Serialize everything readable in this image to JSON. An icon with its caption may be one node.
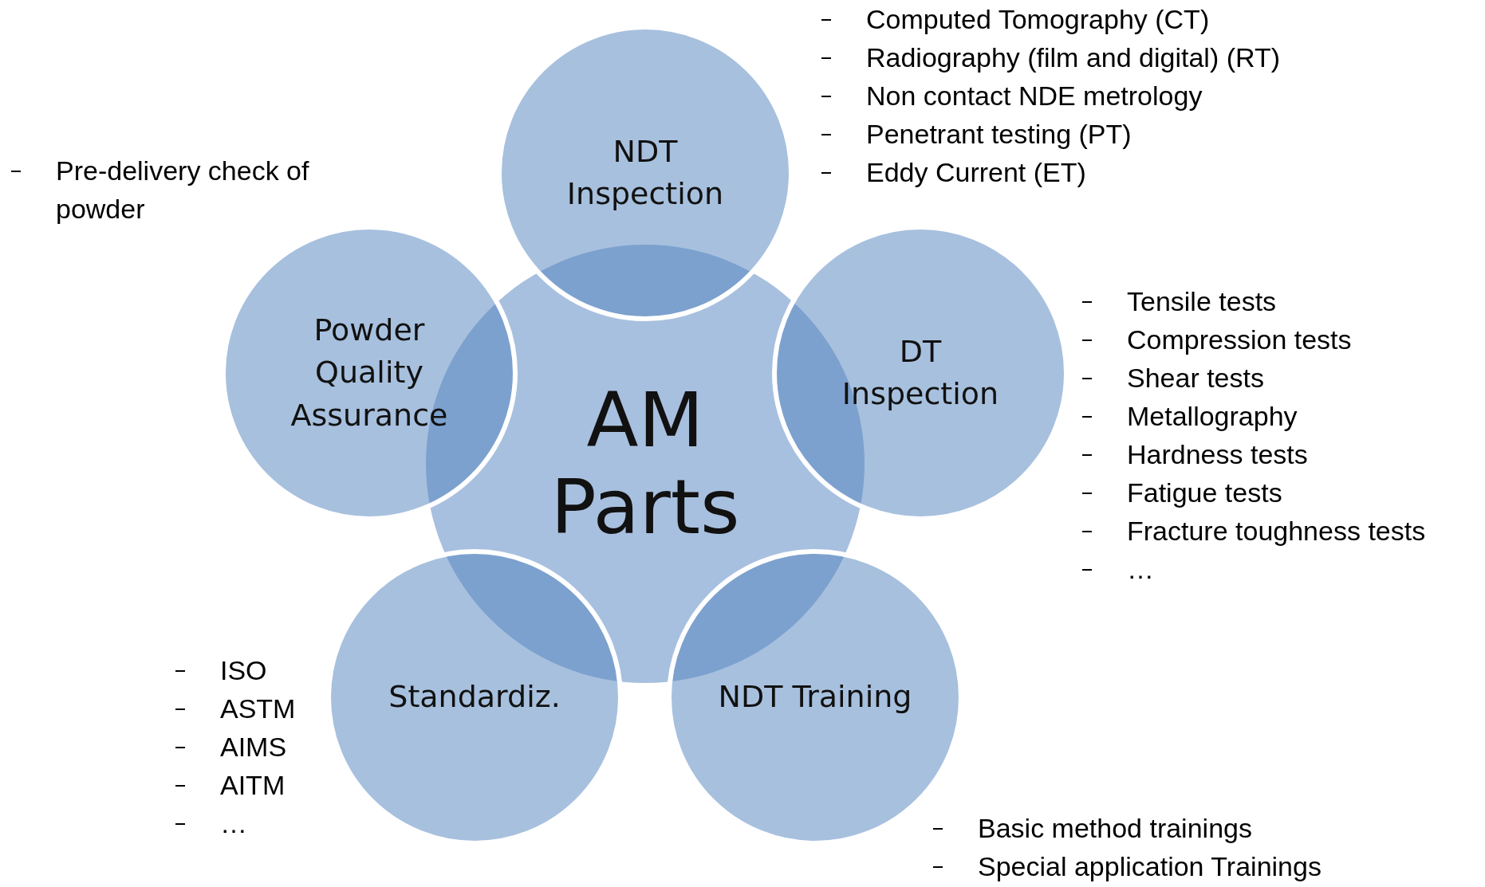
{
  "diagram": {
    "nodes": [
      {
        "text": [
          "AM Parts"
        ]
      },
      {
        "text": [
          "NDT Inspection"
        ],
        "beside": [
          "Computed Tomography (CT)",
          "Radiography (film and digital) (RT)",
          "Non contact NDE metrology",
          "Penetrant testing (PT)",
          "Eddy Current (ET)"
        ]
      },
      {
        "text": [
          "DT Inspection"
        ],
        "beside": [
          "Tensile tests",
          "Compression tests",
          "Shear tests",
          "Metallography",
          "Hardness tests",
          "Fatigue tests",
          "Fracture toughness tests",
          "…"
        ]
      },
      {
        "text": [
          "NDT Training"
        ],
        "beside": [
          "Basic method trainings",
          "Special application Trainings"
        ]
      },
      {
        "text": [
          "Standardiz."
        ],
        "beside": [
          "ISO",
          "ASTM",
          "AIMS",
          "AITM",
          "…"
        ]
      },
      {
        "text": [
          "Powder Quality Assurance"
        ],
        "beside": [
          "Pre-delivery check of powder"
        ]
      }
    ]
  }
}
